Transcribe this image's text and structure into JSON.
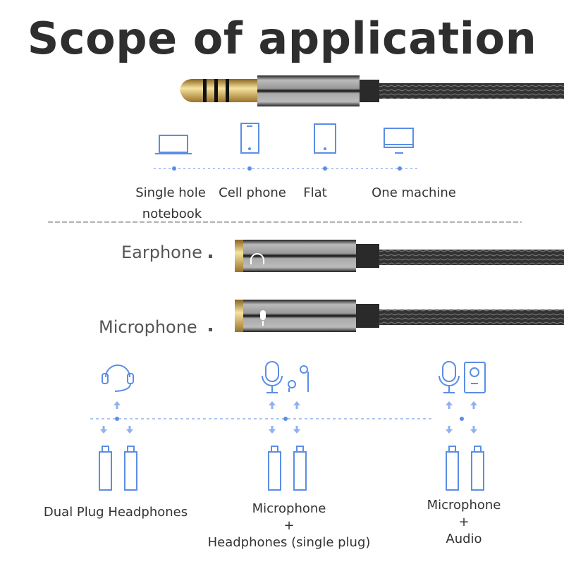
{
  "title": "Scope of application",
  "devices": [
    {
      "icon": "laptop-icon",
      "label_lines": [
        "Single hole",
        "notebook"
      ]
    },
    {
      "icon": "cell-phone-icon",
      "label": "Cell phone"
    },
    {
      "icon": "tablet-icon",
      "label": "Flat"
    },
    {
      "icon": "monitor-icon",
      "label": "One machine"
    }
  ],
  "ports": {
    "earphone": "Earphone",
    "microphone": "Microphone"
  },
  "modes": [
    {
      "lines": [
        "Dual Plug Headphones"
      ]
    },
    {
      "lines": [
        "Microphone",
        "+",
        "Headphones (single plug)"
      ]
    },
    {
      "lines": [
        "Microphone",
        "+",
        "Audio"
      ]
    }
  ],
  "colors": {
    "accent": "#5b8ee6",
    "text": "#333333",
    "gold": "#c9a340"
  }
}
